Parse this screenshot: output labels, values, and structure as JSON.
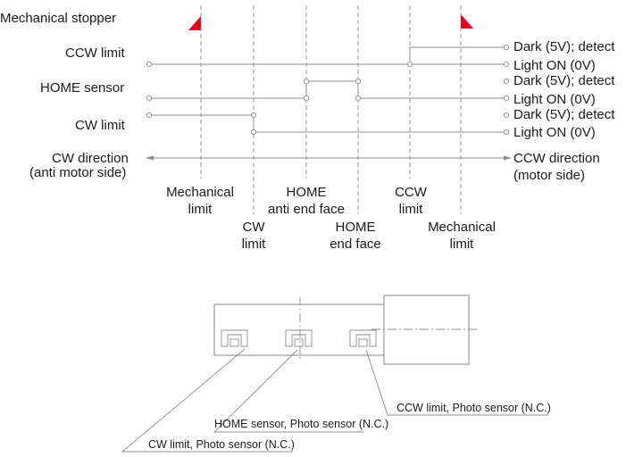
{
  "labels": {
    "mechanical_stopper": "Mechanical stopper",
    "ccw_limit": "CCW limit",
    "home_sensor": "HOME sensor",
    "cw_limit": "CW limit",
    "cw_direction_1": "CW direction",
    "cw_direction_2": "(anti motor side)",
    "ccw_direction_1": "CCW direction",
    "ccw_direction_2": "(motor side)"
  },
  "signal_states": {
    "ccw": {
      "high": "Dark (5V); detect",
      "low": "Light ON (0V)"
    },
    "home": {
      "high": "Dark (5V); detect",
      "low": "Light ON (0V)"
    },
    "cw": {
      "high": "Dark (5V); detect",
      "low": "Light ON (0V)"
    }
  },
  "positions": {
    "mechanical_limit_left": [
      "Mechanical",
      "limit"
    ],
    "cw_limit": [
      "CW",
      "limit"
    ],
    "home_anti_end_face": [
      "HOME",
      "anti end face"
    ],
    "home_end_face": [
      "HOME",
      "end face"
    ],
    "ccw_limit": [
      "CCW",
      "limit"
    ],
    "mechanical_limit_right": [
      "Mechanical",
      "limit"
    ]
  },
  "sensor_callouts": {
    "ccw": "CCW limit, Photo sensor (N.C.)",
    "home": "HOME sensor, Photo sensor (N.C.)",
    "cw": "CW limit, Photo sensor (N.C.)"
  },
  "colors": {
    "stopper": "#e3001b",
    "line": "#8c8c8c",
    "text": "#1a1a1a"
  }
}
